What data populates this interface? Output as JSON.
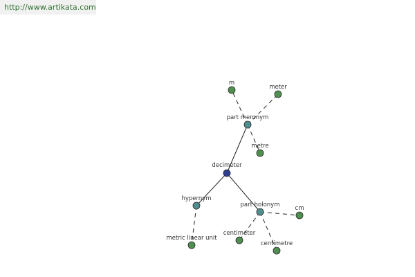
{
  "header": {
    "url_text": "http://www.artikata.com"
  },
  "colors": {
    "root": "#2f3f8f",
    "relation": "#4f8f8f",
    "term": "#4f8f4f",
    "banner_text": "#2f6f2f"
  },
  "graph": {
    "nodes": [
      {
        "id": "decimeter",
        "label": "decimeter",
        "kind": "root"
      },
      {
        "id": "part-meronym",
        "label": "part meronym",
        "kind": "relation"
      },
      {
        "id": "hypernym",
        "label": "hypernym",
        "kind": "relation"
      },
      {
        "id": "part-holonym",
        "label": "part holonym",
        "kind": "relation"
      },
      {
        "id": "m",
        "label": "m",
        "kind": "term"
      },
      {
        "id": "meter",
        "label": "meter",
        "kind": "term"
      },
      {
        "id": "metre",
        "label": "metre",
        "kind": "term"
      },
      {
        "id": "metric-linear-unit",
        "label": "metric linear unit",
        "kind": "term"
      },
      {
        "id": "cm",
        "label": "cm",
        "kind": "term"
      },
      {
        "id": "centimeter",
        "label": "centimeter",
        "kind": "term"
      },
      {
        "id": "centimetre",
        "label": "centimetre",
        "kind": "term"
      }
    ],
    "edges": [
      {
        "from": "decimeter",
        "to": "part-meronym",
        "style": "solid"
      },
      {
        "from": "decimeter",
        "to": "hypernym",
        "style": "solid"
      },
      {
        "from": "decimeter",
        "to": "part-holonym",
        "style": "solid"
      },
      {
        "from": "part-meronym",
        "to": "m",
        "style": "dashed"
      },
      {
        "from": "part-meronym",
        "to": "meter",
        "style": "dashed"
      },
      {
        "from": "part-meronym",
        "to": "metre",
        "style": "dashed"
      },
      {
        "from": "hypernym",
        "to": "metric-linear-unit",
        "style": "dashed"
      },
      {
        "from": "part-holonym",
        "to": "cm",
        "style": "dashed"
      },
      {
        "from": "part-holonym",
        "to": "centimeter",
        "style": "dashed"
      },
      {
        "from": "part-holonym",
        "to": "centimetre",
        "style": "dashed"
      }
    ]
  }
}
